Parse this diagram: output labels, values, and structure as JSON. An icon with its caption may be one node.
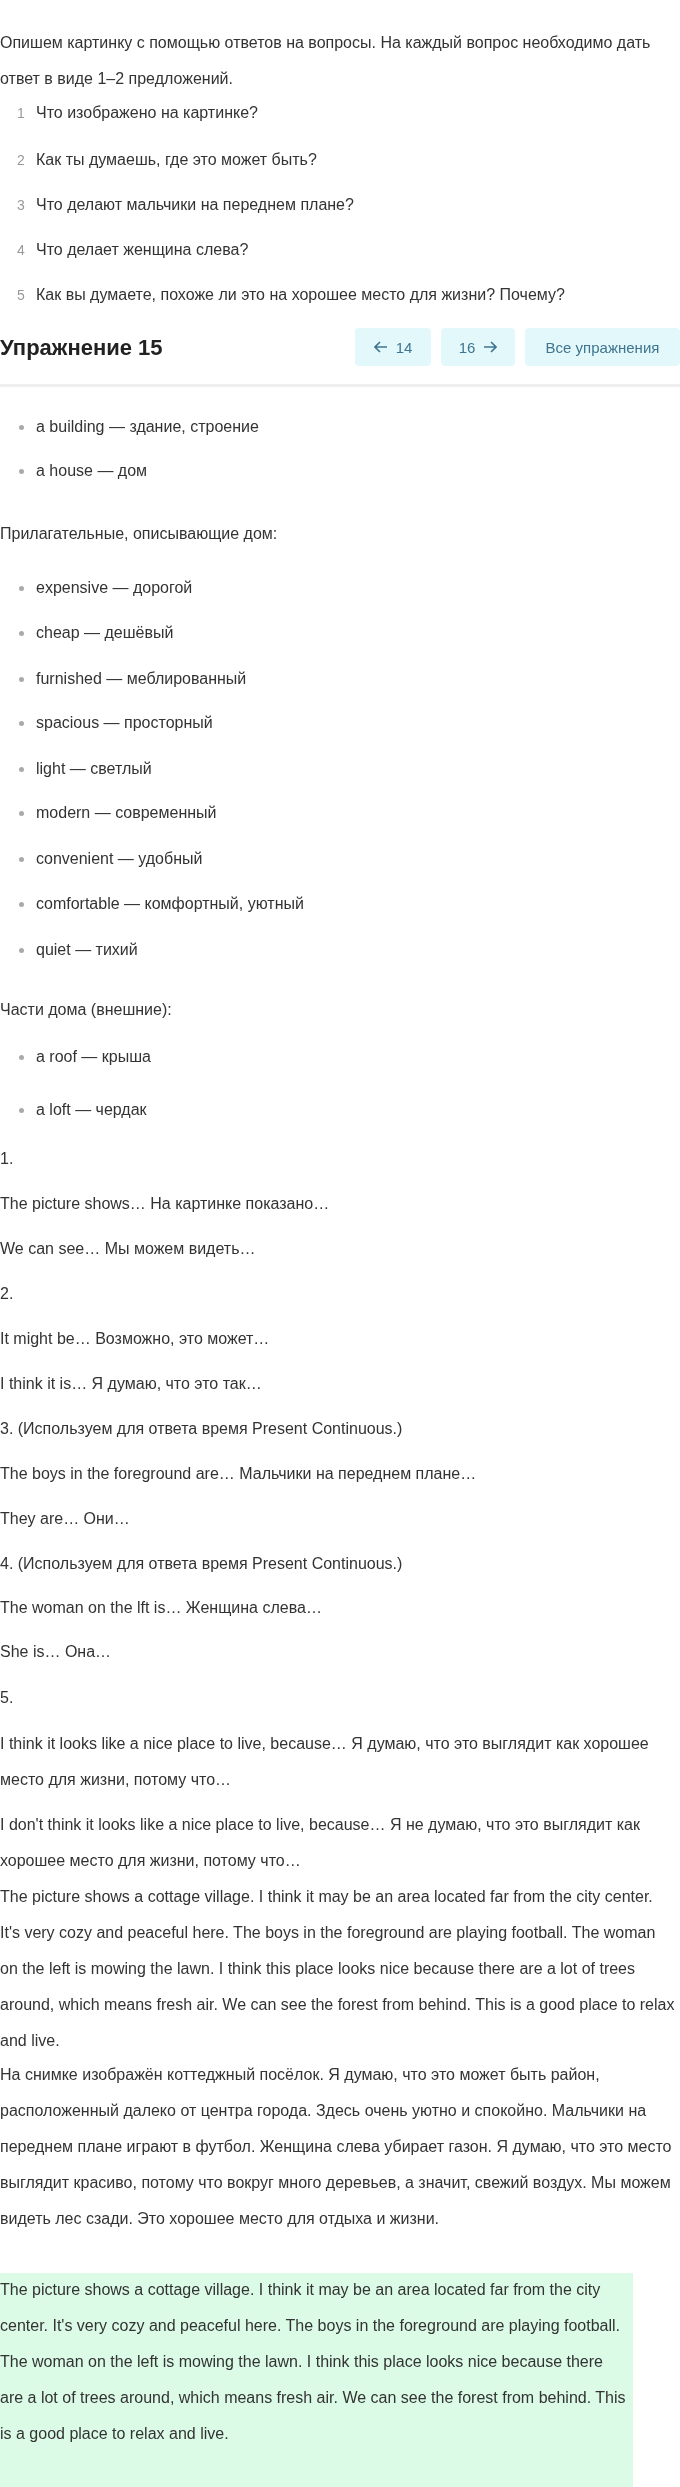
{
  "diagram": {
    "title": "Упражнение 15",
    "labels": [
      "Опишем картинку с помощью ответов на вопросы. На каждый вопрос необходимо дать ответ в виде 1–2 предложений.",
      "1",
      "Что изображено на картинке?",
      "2",
      "Как ты думаешь, где это может быть?",
      "3",
      "Что делают мальчики на переднем плане?",
      "4",
      "Что делает женщина слева?",
      "5",
      "Как вы думаете, похоже ли это на хорошее место для жизни? Почему?",
      "14",
      "16",
      "Все упражнения",
      "a building — здание, строение",
      "a house — дом",
      "Прилагательные, описывающие дом:",
      "expensive — дорогой",
      "cheap — дешёвый",
      "furnished — меблированный",
      "spacious — просторный",
      "light — светлый",
      "modern — современный",
      "convenient — удобный",
      "comfortable — комфортный, уютный",
      "quiet — тихий",
      "Части дома (внешние):",
      "a roof — крыша",
      "a loft — чердак",
      "1.",
      "The picture shows… На картинке показано…",
      "We can see… Мы можем видеть…",
      "2.",
      "It might be… Возможно, это может…",
      "I think it is… Я думаю, что это так…",
      "3. (Используем для ответа время Present Continuous.)",
      "The boys in the foreground are… Мальчики на переднем плане…",
      "They are… Они…",
      "4. (Используем для ответа время Present Continuous.)",
      "The woman on the lft is… Женщина слева…",
      "She is… Она…",
      "5.",
      "I think it looks like a nice place to live, because… Я думаю, что это выглядит как хорошее место для жизни, потому что…",
      "I don't think it looks like a nice place to live, because… Я не думаю, что это выглядит как хорошее место для жизни, потому что…",
      "The picture shows a cottage village. I think it may be an area located far from the city center. It's very cozy and peaceful here. The boys in the foreground are playing football. The woman on the left is mowing the lawn. I think this place looks nice because there are a lot of trees around, which means fresh air. We can see the forest from behind. This is a good place to relax and live.",
      "На снимке изображён коттеджный посёлок. Я думаю, что это может быть район, расположенный далеко от центра города. Здесь очень уютно и спокойно. Мальчики на переднем плане играют в футбол. Женщина слева убирает газон. Я думаю, что это место выглядит красиво, потому что вокруг много деревьев, а значит, свежий воздух. Мы можем видеть лес сзади. Это хорошее место для отдыха и жизни.",
      "The picture shows a cottage village. I think it may be an area located far from the city center. It's very cozy and peaceful here. The boys in the foreground are playing football. The woman on the left is mowing the lawn. I think this place looks nice because there are a lot of trees around, which means fresh air. We can see the forest from behind. This is a good place to relax and live."
    ]
  }
}
